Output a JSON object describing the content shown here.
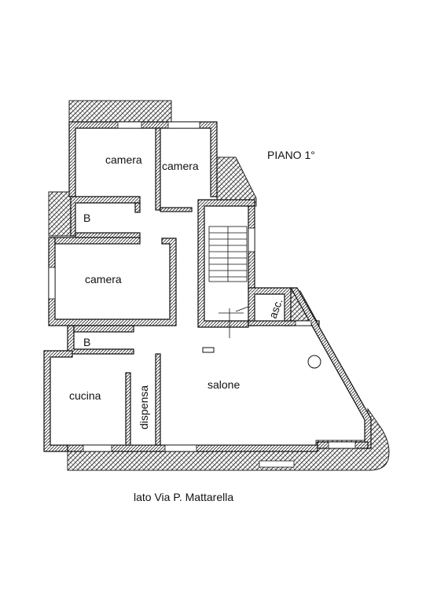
{
  "plan": {
    "title": "PIANO 1°",
    "rooms": {
      "camera_1": "camera",
      "camera_2": "camera",
      "camera_3": "camera",
      "bath_1": "B",
      "bath_2": "B",
      "cucina": "cucina",
      "dispensa": "dispensa",
      "salone": "salone",
      "lift": "asc."
    },
    "caption": "lato Via P. Mattarella"
  }
}
